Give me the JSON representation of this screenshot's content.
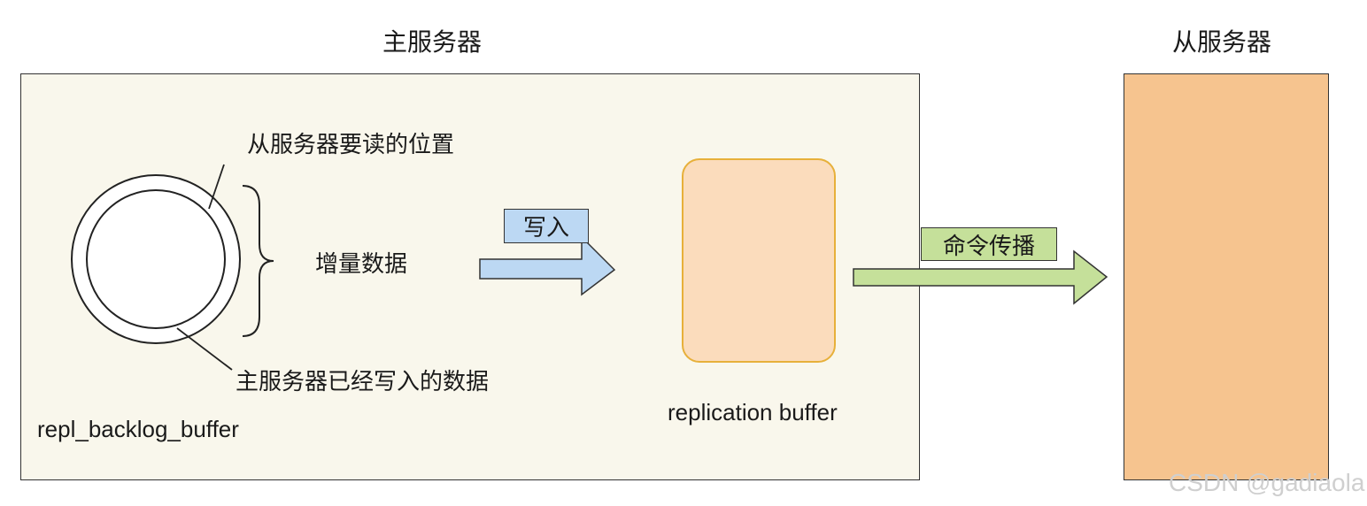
{
  "master": {
    "title": "主服务器",
    "buffer_name": "repl_backlog_buffer",
    "read_position_label": "从服务器要读的位置",
    "incremental_label": "增量数据",
    "written_label": "主服务器已经写入的数据",
    "write_tag": "写入",
    "replication_buffer_label": "replication buffer"
  },
  "slave": {
    "title": "从服务器"
  },
  "propagate_tag": "命令传播",
  "watermark": "CSDN @gadiaola",
  "colors": {
    "master_bg": "#f9f7ec",
    "slave_bg": "#f6c48f",
    "repl_buffer_fill": "#fbdcbc",
    "repl_buffer_border": "#e7b03a",
    "write_arrow": "#bcd8f3",
    "propagate_arrow": "#c5e09a"
  }
}
